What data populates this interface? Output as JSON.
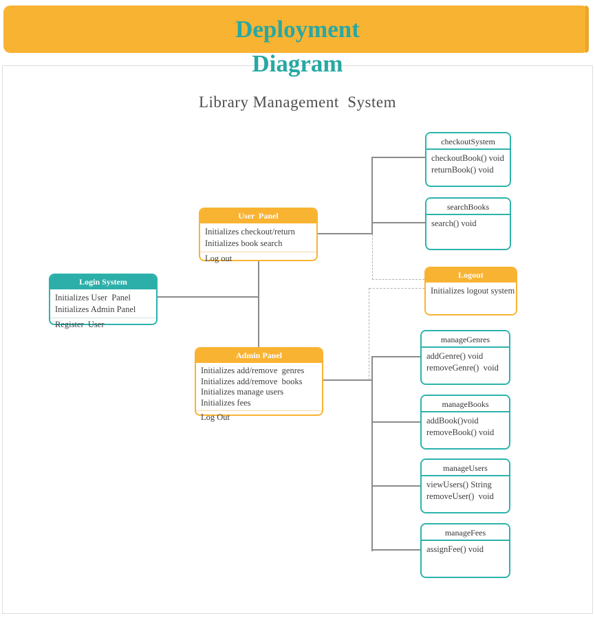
{
  "banner": {
    "line1": "Deployment",
    "line2": "Diagram"
  },
  "canvas": {
    "title": "Library Management  System"
  },
  "colors": {
    "accent_yellow": "#F9B332",
    "accent_teal": "#2BB3AC",
    "banner_text_teal": "#28A8A3",
    "connector_gray": "#8A8A8A",
    "dashed_gray": "#B0B0B0",
    "title_gray": "#4D4D4D"
  },
  "nodes": {
    "login_system": {
      "title": "Login System",
      "lines": [
        "Initializes User  Panel",
        "Initializes Admin Panel"
      ],
      "footer": "Register  User"
    },
    "user_panel": {
      "title": "User  Panel",
      "lines": [
        "Initializes checkout/return",
        "Initializes book search"
      ],
      "footer": "Log out"
    },
    "admin_panel": {
      "title": "Admin Panel",
      "lines": [
        "Initializes add/remove  genres",
        "Initializes add/remove  books",
        "Initializes manage users",
        "Initializes fees"
      ],
      "footer": "Log Out"
    },
    "logout": {
      "title": "Logout",
      "lines": [
        "Initializes logout system"
      ]
    },
    "checkout_system": {
      "title": "checkoutSystem",
      "lines": [
        "checkoutBook() void",
        "returnBook() void"
      ]
    },
    "search_books": {
      "title": "searchBooks",
      "lines": [
        "search() void"
      ]
    },
    "manage_genres": {
      "title": "manageGenres",
      "lines": [
        "addGenre() void",
        "removeGenre()  void"
      ]
    },
    "manage_books": {
      "title": "manageBooks",
      "lines": [
        "addBook()void",
        "removeBook() void"
      ]
    },
    "manage_users": {
      "title": "manageUsers",
      "lines": [
        "viewUsers() String",
        "removeUser()  void"
      ]
    },
    "manage_fees": {
      "title": "manageFees",
      "lines": [
        "assignFee() void"
      ]
    }
  }
}
